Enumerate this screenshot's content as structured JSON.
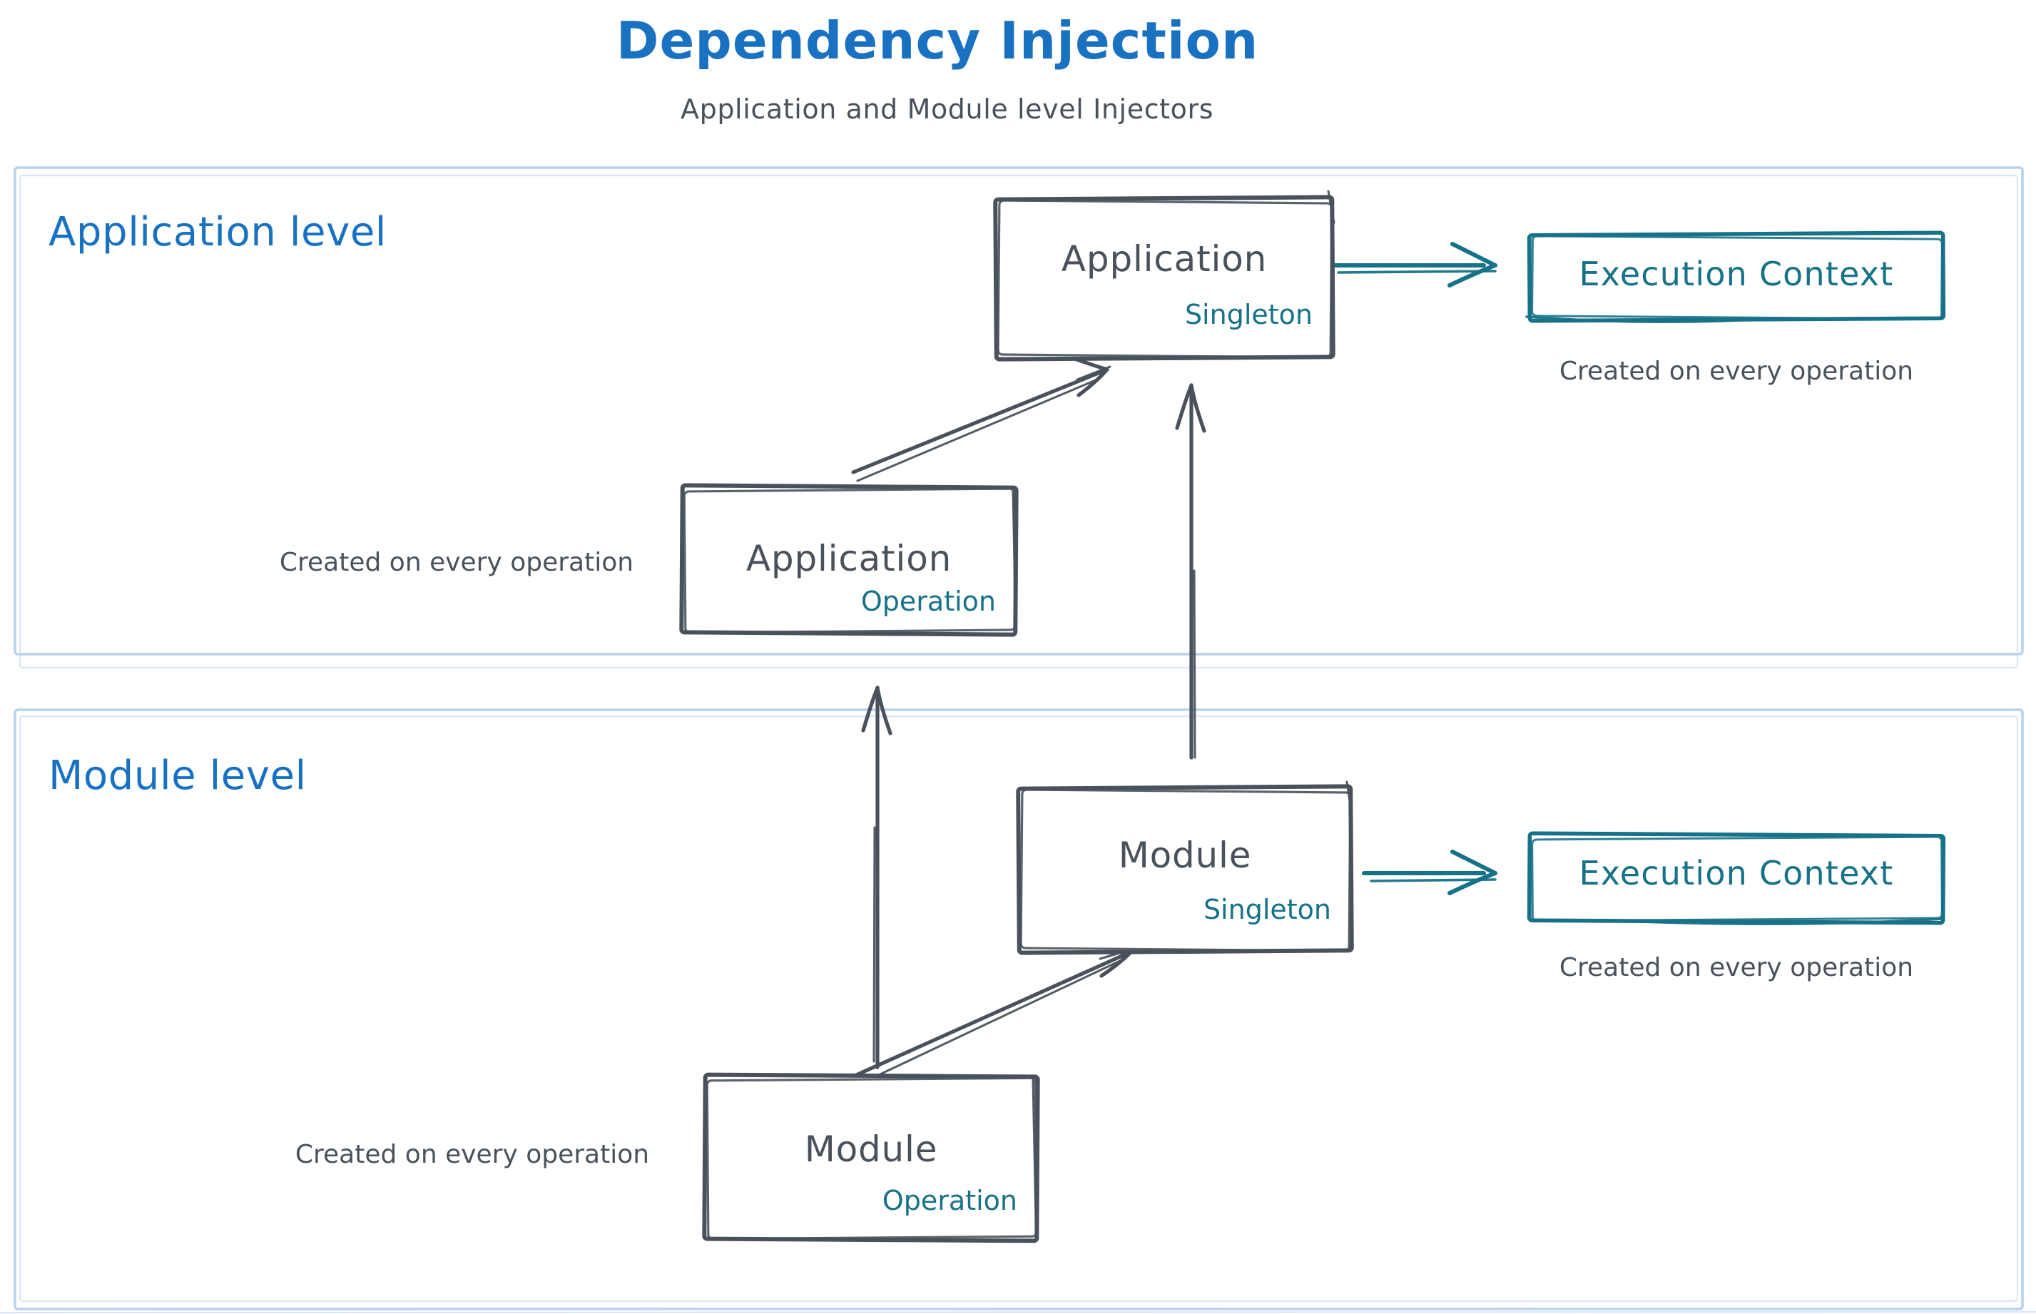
{
  "title": {
    "text": "Dependency Injection",
    "subtitle": "Application and Module level Injectors"
  },
  "colors": {
    "accent_blue": "#1971c2",
    "ink": "#49525c",
    "teal": "#177288",
    "frame_blue": "#b9d2ec"
  },
  "application_level": {
    "label": "Application level",
    "singleton_box": {
      "title": "Application",
      "badge": "Singleton"
    },
    "operation_box": {
      "title": "Application",
      "badge": "Operation"
    },
    "operation_note": "Created on every operation",
    "execution_context": {
      "label": "Execution Context",
      "note": "Created on every operation"
    }
  },
  "module_level": {
    "label": "Module level",
    "singleton_box": {
      "title": "Module",
      "badge": "Singleton"
    },
    "operation_box": {
      "title": "Module",
      "badge": "Operation"
    },
    "operation_note": "Created on every operation",
    "execution_context": {
      "label": "Execution Context",
      "note": "Created on every operation"
    }
  }
}
